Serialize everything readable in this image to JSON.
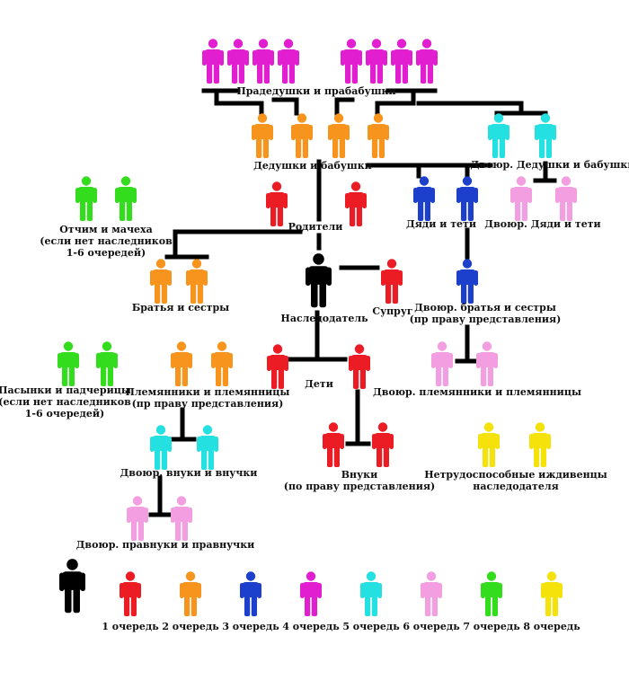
{
  "colors": {
    "heir": "#000000",
    "queue1": "#ec1c24",
    "queue2": "#f7941d",
    "queue3": "#1c3fcc",
    "queue4": "#e21fd0",
    "queue5": "#25e0e0",
    "queue6": "#f29ee0",
    "queue7": "#33dd1d",
    "queue8": "#f4e20a"
  },
  "groups": {
    "great_grandparents": "Прадедушки и прабабушки",
    "grandparents": "Дедушки и бабушки",
    "cousin_grandparents": "Двоюр. Дедушки и бабушки",
    "stepparents": [
      "Отчим и мачеха",
      "(если нет наследников",
      "1-6 очередей)"
    ],
    "parents": "Родители",
    "uncles_aunts": "Дяди и тети",
    "cousin_uncles_aunts": "Двоюр. Дяди и тети",
    "siblings": "Братья и сестры",
    "heir": "Наследодатель",
    "spouse": "Супруг",
    "cousins": [
      "Двоюр. братья и сестры",
      "(пр праву представления)"
    ],
    "stepchildren": [
      "Пасынки и падчерицы",
      "(если нет наследников",
      "1-6 очередей)"
    ],
    "nephews": [
      "Племянники и племянницы",
      "(пр праву представления)"
    ],
    "children": "Дети",
    "cousin_nephews": "Двоюр. племянники и племянницы",
    "cousin_grandchildren": "Двоюр. внуки и внучки",
    "grandchildren": [
      "Внуки",
      "(по праву представления)"
    ],
    "dependents": [
      "Нетрудоспособные иждивенцы",
      "наследодателя"
    ],
    "cousin_great_grandchildren": "Двоюр. правнуки и правнучки"
  },
  "legend": [
    {
      "color_key": "queue1",
      "label": "1 очередь"
    },
    {
      "color_key": "queue2",
      "label": "2 очередь"
    },
    {
      "color_key": "queue3",
      "label": "3 очередь"
    },
    {
      "color_key": "queue4",
      "label": "4 очередь"
    },
    {
      "color_key": "queue5",
      "label": "5 очередь"
    },
    {
      "color_key": "queue6",
      "label": "6 очередь"
    },
    {
      "color_key": "queue7",
      "label": "7 очередь"
    },
    {
      "color_key": "queue8",
      "label": "8 очередь"
    }
  ]
}
